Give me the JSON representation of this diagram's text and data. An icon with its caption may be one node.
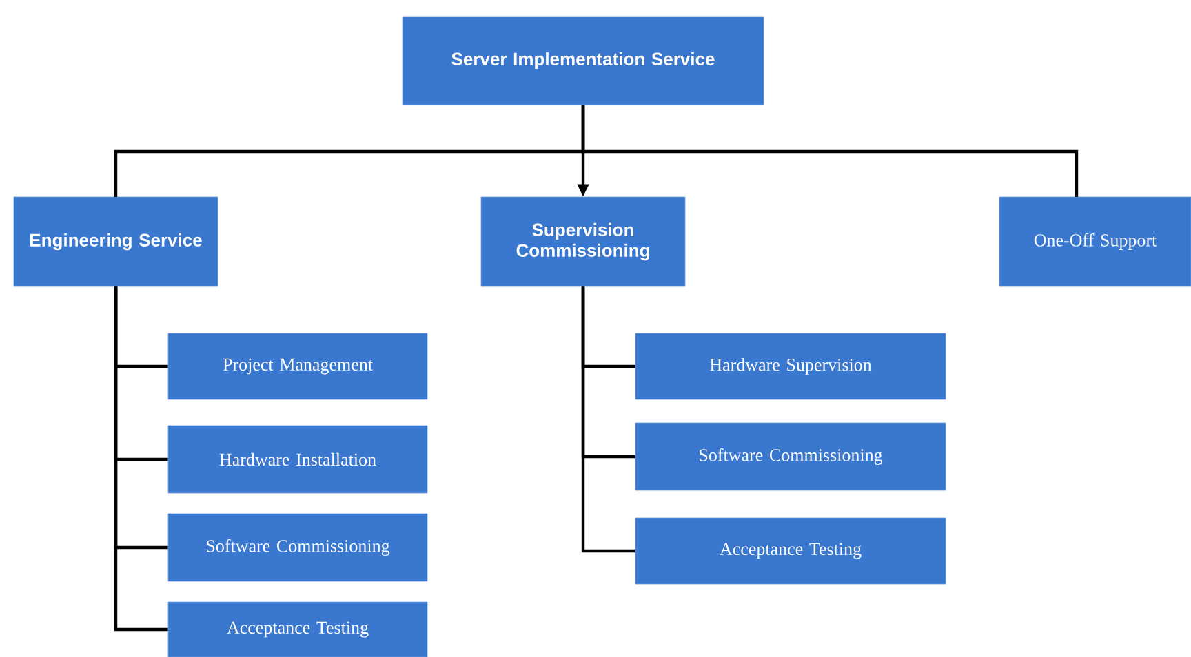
{
  "diagram": {
    "nodes": [
      {
        "text": [
          "Server Implementation Service"
        ]
      },
      {
        "text": [
          "Engineering Service"
        ]
      },
      {
        "text": [
          "Supervision Commissioning"
        ]
      },
      {
        "text": [
          "One-Off Support"
        ]
      },
      {
        "text": [
          "Project Management"
        ]
      },
      {
        "text": [
          "Hardware Installation"
        ]
      },
      {
        "text": [
          "Software Commissioning"
        ]
      },
      {
        "text": [
          "Acceptance Testing"
        ]
      },
      {
        "text": [
          "Hardware Supervision"
        ]
      },
      {
        "text": [
          "Software Commissioning"
        ]
      },
      {
        "text": [
          "Acceptance Testing"
        ]
      }
    ],
    "edges": [
      {
        "from": 0,
        "to": 1,
        "arrow": "none"
      },
      {
        "from": 0,
        "to": 2,
        "arrow": "to"
      },
      {
        "from": 0,
        "to": 3,
        "arrow": "none"
      },
      {
        "from": 1,
        "to": 4,
        "arrow": "none"
      },
      {
        "from": 1,
        "to": 5,
        "arrow": "none"
      },
      {
        "from": 1,
        "to": 6,
        "arrow": "none"
      },
      {
        "from": 1,
        "to": 7,
        "arrow": "none"
      },
      {
        "from": 2,
        "to": 8,
        "arrow": "none"
      },
      {
        "from": 2,
        "to": 9,
        "arrow": "none"
      },
      {
        "from": 2,
        "to": 10,
        "arrow": "none"
      }
    ]
  }
}
